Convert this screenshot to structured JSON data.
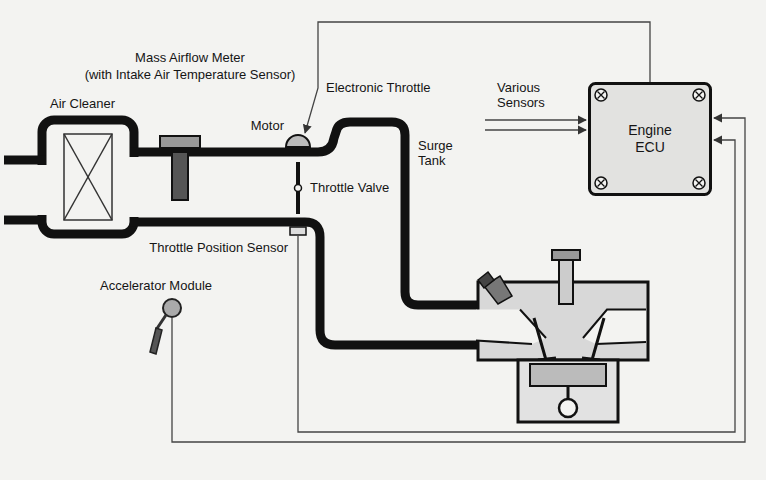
{
  "diagram": {
    "nodes": [
      {
        "text": [
          "Engine ECU"
        ]
      }
    ],
    "labels": [
      "Mass Airflow Meter",
      "(with Intake Air Temperature Sensor)",
      "Electronic Throttle",
      "Air Cleaner",
      "Motor",
      "Surge Tank",
      "Throttle Valve",
      "Throttle Position Sensor",
      "Accelerator Module",
      "Various Sensors"
    ]
  }
}
